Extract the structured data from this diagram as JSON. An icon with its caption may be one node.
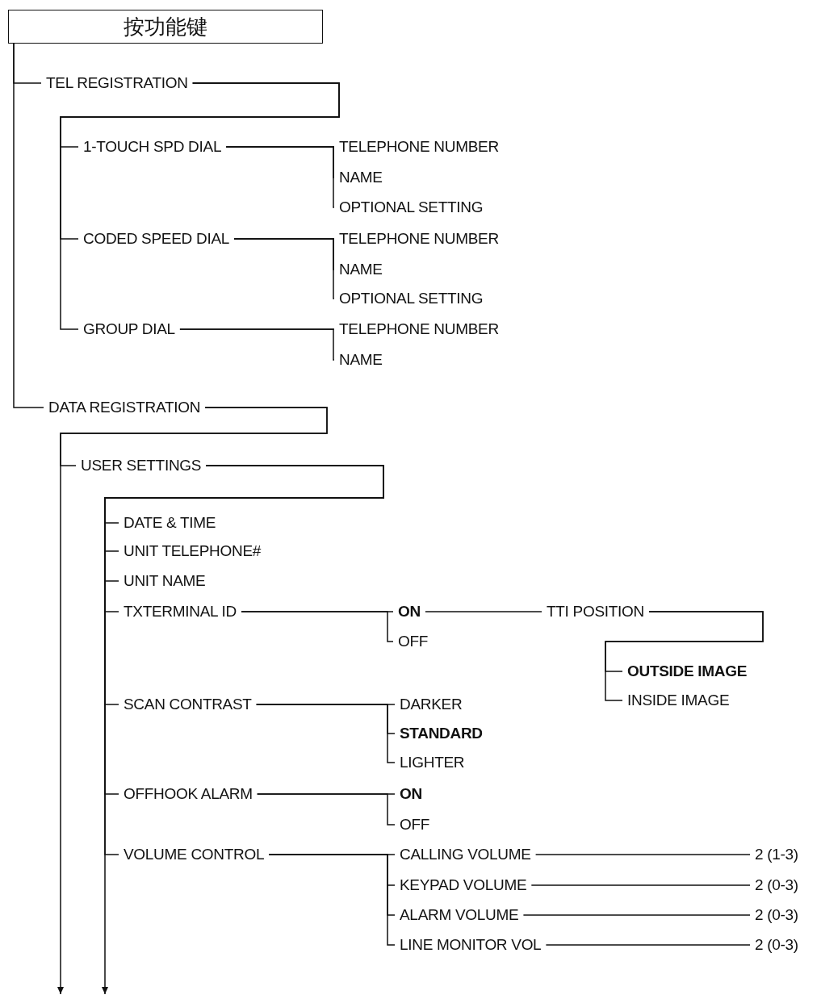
{
  "diagram": {
    "nodes": [
      {
        "text": [
          "按功能键"
        ]
      },
      {
        "text": [
          "TEL REGISTRATION"
        ]
      },
      {
        "text": [
          "1-TOUCH SPD DIAL"
        ]
      },
      {
        "text": [
          "TELEPHONE NUMBER"
        ]
      },
      {
        "text": [
          "NAME"
        ]
      },
      {
        "text": [
          "OPTIONAL SETTING"
        ]
      },
      {
        "text": [
          "CODED SPEED DIAL"
        ]
      },
      {
        "text": [
          "TELEPHONE NUMBER"
        ]
      },
      {
        "text": [
          "NAME"
        ]
      },
      {
        "text": [
          "OPTIONAL SETTING"
        ]
      },
      {
        "text": [
          "GROUP DIAL"
        ]
      },
      {
        "text": [
          "TELEPHONE NUMBER"
        ]
      },
      {
        "text": [
          "NAME"
        ]
      },
      {
        "text": [
          "DATA REGISTRATION"
        ]
      },
      {
        "text": [
          "USER SETTINGS"
        ]
      },
      {
        "text": [
          "DATE & TIME"
        ]
      },
      {
        "text": [
          "UNIT TELEPHONE#"
        ]
      },
      {
        "text": [
          "UNIT NAME"
        ]
      },
      {
        "text": [
          "TXTERMINAL ID"
        ]
      },
      {
        "text": [
          "ON"
        ]
      },
      {
        "text": [
          "TTI POSITION"
        ]
      },
      {
        "text": [
          "OFF"
        ]
      },
      {
        "text": [
          "OUTSIDE IMAGE"
        ]
      },
      {
        "text": [
          "INSIDE IMAGE"
        ]
      },
      {
        "text": [
          "SCAN CONTRAST"
        ]
      },
      {
        "text": [
          "DARKER"
        ]
      },
      {
        "text": [
          "STANDARD"
        ]
      },
      {
        "text": [
          "LIGHTER"
        ]
      },
      {
        "text": [
          "OFFHOOK ALARM"
        ]
      },
      {
        "text": [
          "ON"
        ]
      },
      {
        "text": [
          "OFF"
        ]
      },
      {
        "text": [
          "VOLUME CONTROL"
        ]
      },
      {
        "text": [
          "CALLING VOLUME"
        ]
      },
      {
        "text": [
          "2 (1-3)"
        ]
      },
      {
        "text": [
          "KEYPAD VOLUME"
        ]
      },
      {
        "text": [
          "2 (0-3)"
        ]
      },
      {
        "text": [
          "ALARM VOLUME"
        ]
      },
      {
        "text": [
          "2 (0-3)"
        ]
      },
      {
        "text": [
          "LINE MONITOR VOL"
        ]
      },
      {
        "text": [
          "2 (0-3)"
        ]
      }
    ],
    "edges": [
      {
        "from": 0,
        "to": 1,
        "arrow": "none"
      },
      {
        "from": 0,
        "to": 13,
        "arrow": "none"
      },
      {
        "from": 1,
        "to": 2,
        "arrow": "none"
      },
      {
        "from": 1,
        "to": 6,
        "arrow": "none"
      },
      {
        "from": 1,
        "to": 10,
        "arrow": "none"
      },
      {
        "from": 2,
        "to": 3,
        "arrow": "none"
      },
      {
        "from": 2,
        "to": 4,
        "arrow": "none"
      },
      {
        "from": 2,
        "to": 5,
        "arrow": "none"
      },
      {
        "from": 6,
        "to": 7,
        "arrow": "none"
      },
      {
        "from": 6,
        "to": 8,
        "arrow": "none"
      },
      {
        "from": 6,
        "to": 9,
        "arrow": "none"
      },
      {
        "from": 10,
        "to": 11,
        "arrow": "none"
      },
      {
        "from": 10,
        "to": 12,
        "arrow": "none"
      },
      {
        "from": 13,
        "to": 14,
        "arrow": "none"
      },
      {
        "from": 13,
        "to": null,
        "arrow": "to"
      },
      {
        "from": 14,
        "to": 15,
        "arrow": "none"
      },
      {
        "from": 14,
        "to": 16,
        "arrow": "none"
      },
      {
        "from": 14,
        "to": 17,
        "arrow": "none"
      },
      {
        "from": 14,
        "to": 18,
        "arrow": "none"
      },
      {
        "from": 14,
        "to": 24,
        "arrow": "none"
      },
      {
        "from": 14,
        "to": 28,
        "arrow": "none"
      },
      {
        "from": 14,
        "to": 31,
        "arrow": "none"
      },
      {
        "from": 14,
        "to": null,
        "arrow": "to"
      },
      {
        "from": 18,
        "to": 19,
        "arrow": "none"
      },
      {
        "from": 18,
        "to": 21,
        "arrow": "none"
      },
      {
        "from": 19,
        "to": 20,
        "arrow": "none"
      },
      {
        "from": 20,
        "to": 22,
        "arrow": "none"
      },
      {
        "from": 20,
        "to": 23,
        "arrow": "none"
      },
      {
        "from": 24,
        "to": 25,
        "arrow": "none"
      },
      {
        "from": 24,
        "to": 26,
        "arrow": "none"
      },
      {
        "from": 24,
        "to": 27,
        "arrow": "none"
      },
      {
        "from": 28,
        "to": 29,
        "arrow": "none"
      },
      {
        "from": 28,
        "to": 30,
        "arrow": "none"
      },
      {
        "from": 31,
        "to": 32,
        "arrow": "none"
      },
      {
        "from": 31,
        "to": 34,
        "arrow": "none"
      },
      {
        "from": 31,
        "to": 36,
        "arrow": "none"
      },
      {
        "from": 31,
        "to": 38,
        "arrow": "none"
      },
      {
        "from": 32,
        "to": 33,
        "arrow": "none"
      },
      {
        "from": 34,
        "to": 35,
        "arrow": "none"
      },
      {
        "from": 36,
        "to": 37,
        "arrow": "none"
      },
      {
        "from": 38,
        "to": 39,
        "arrow": "none"
      }
    ]
  }
}
